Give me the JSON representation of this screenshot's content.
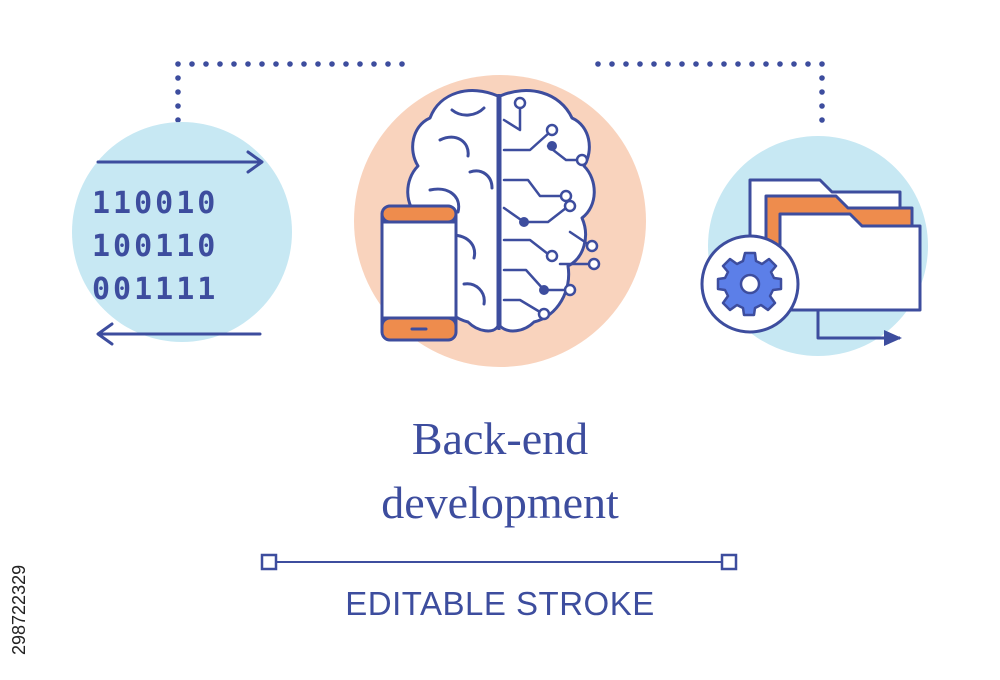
{
  "title": {
    "line1": "Back-end",
    "line2": "development"
  },
  "subtitle": "EDITABLE STROKE",
  "binary": {
    "rows": [
      "110010",
      "100110",
      "001111"
    ]
  },
  "stock_id": "298722329",
  "icons": {
    "left": "binary-data-icon",
    "center": "brain-circuit-smartphone-icon",
    "right": "folders-gear-icon"
  },
  "colors": {
    "stroke": "#3d4d9e",
    "circle_blue": "#c7e8f3",
    "circle_peach": "#f9d3bd",
    "accent_orange": "#ee8c4d"
  }
}
